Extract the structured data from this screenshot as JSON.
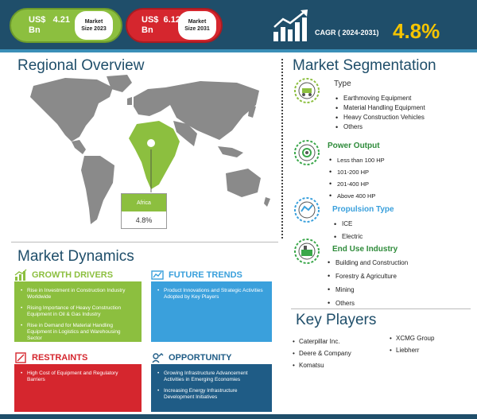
{
  "header": {
    "market_2023": {
      "currency": "US$",
      "value": "4.21",
      "unit": "Bn",
      "label_line1": "Market",
      "label_line2": "Size 2023"
    },
    "market_2031": {
      "currency": "US$",
      "value": "6.12",
      "unit": "Bn",
      "label_line1": "Market",
      "label_line2": "Size 2031"
    },
    "cagr_label": "CAGR ( 2024-2031)",
    "cagr_value": "4.8%",
    "colors": {
      "band": "#1f4e6a",
      "green": "#8cbf3f",
      "red": "#d5262e",
      "cagr": "#f5c400"
    }
  },
  "regional": {
    "title": "Regional Overview",
    "region_name": "Africa",
    "region_value": "4.8%"
  },
  "dynamics": {
    "title": "Market Dynamics",
    "growth_drivers": {
      "title": "GROWTH DRIVERS",
      "items": [
        "Rise in Investment in Construction Industry Worldwide",
        "Rising Importance of Heavy Construction Equipment in Oil & Gas Industry",
        "Rise in Demand for Material Handling Equipment in Logistics and Warehousing Sector"
      ]
    },
    "future_trends": {
      "title": "FUTURE TRENDS",
      "items": [
        "Product Innovations and Strategic Activities Adopted by Key Players"
      ]
    },
    "restraints": {
      "title": "RESTRAINTS",
      "items": [
        "High Cost of Equipment and Regulatory Barriers"
      ]
    },
    "opportunity": {
      "title": "OPPORTUNITY",
      "items": [
        "Growing Infrastructure Advancement Activities in Emerging Economies",
        "Increasing Energy Infrastructure Development Initiatives"
      ]
    }
  },
  "segmentation": {
    "title": "Market Segmentation",
    "type": {
      "title": "Type",
      "items": [
        "Earthmoving Equipment",
        "Material Handling Equipment",
        "Heavy Construction Vehicles",
        "Others"
      ]
    },
    "power_output": {
      "title": "Power Output",
      "items": [
        "Less than 100 HP",
        "101-200 HP",
        "201-400 HP",
        "Above 400 HP"
      ]
    },
    "propulsion_type": {
      "title": "Propulsion Type",
      "items": [
        "ICE",
        "Electric"
      ]
    },
    "end_use_industry": {
      "title": "End Use Industry",
      "items": [
        "Building and Construction",
        "Forestry & Agriculture",
        "Mining",
        "Others"
      ]
    }
  },
  "key_players": {
    "title": "Key Players",
    "col1": [
      "Caterpillar Inc.",
      "Deere & Company",
      "Komatsu"
    ],
    "col2": [
      "XCMG Group",
      "Liebherr"
    ]
  },
  "icons": [
    "growth-chart-icon",
    "gear-icon",
    "worker-icon",
    "target-icon",
    "lightbulb-icon"
  ]
}
